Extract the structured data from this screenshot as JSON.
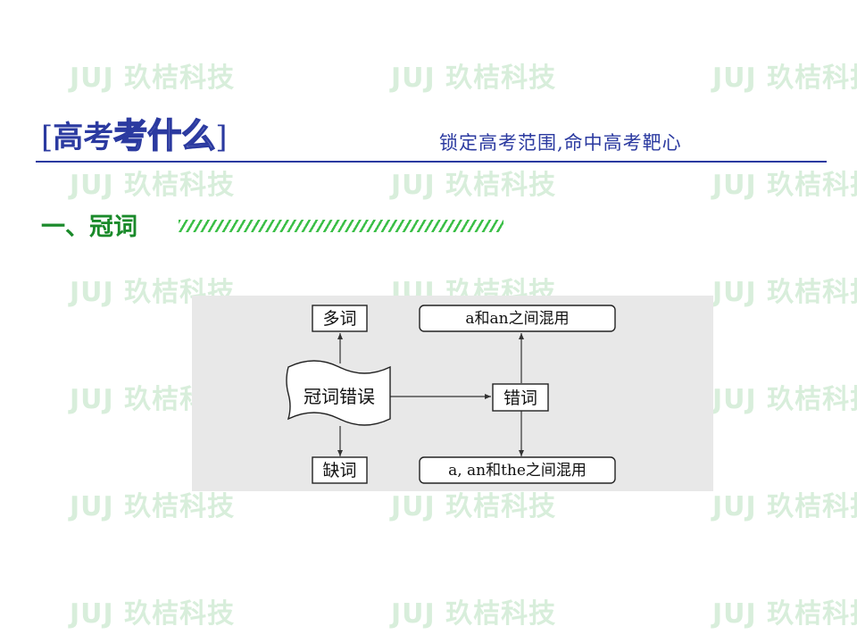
{
  "watermark_text": "JUJ 玖桔科技",
  "header": {
    "bracket_open": "[",
    "title_part1": "高考",
    "title_part2": "考什么",
    "bracket_close": "]",
    "subtitle": "锁定高考范围,命中高考靶心"
  },
  "section": {
    "title": "一、冠词"
  },
  "diagram": {
    "center_node": "冠词错误",
    "top_node": "多词",
    "bottom_node": "缺词",
    "right_node": "错词",
    "right_top_node": "a和an之间混用",
    "right_bottom_node": "a, an和the之间混用"
  },
  "colors": {
    "header_blue": "#2b3aa0",
    "section_green": "#1a8a2a",
    "stripe_green": "#3bbf47",
    "watermark_green": "#d8eedb",
    "panel_gray": "#e8e8e8"
  }
}
